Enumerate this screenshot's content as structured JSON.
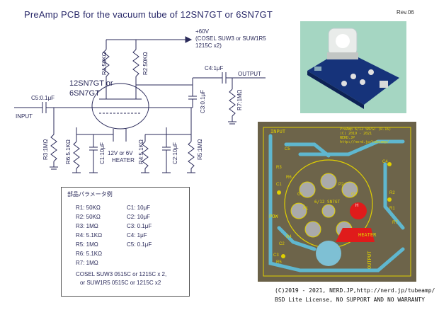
{
  "header": {
    "title": "PreAmp PCB for the vacuum tube of 12SN7GT or 6SN7GT",
    "revision": "Rev.06"
  },
  "schematic": {
    "supply": "+60V",
    "supply_note_1": "(COSEL SUW3 or SUW1R5",
    "supply_note_2": "1215C x2)",
    "tube_1": "12SN7GT or",
    "tube_2": "6SN7GT",
    "input": "INPUT",
    "output": "OUTPUT",
    "heater_1": "12V or 6V",
    "heater_2": "HEATER",
    "labels": {
      "r1": "R1:50KΩ",
      "r2": "R2:50KΩ",
      "c4": "C4:1μF",
      "c5": "C5:0.1μF",
      "c3": "C3:0.1μF",
      "r7": "R7:1MΩ",
      "r3": "R3:1MΩ",
      "r6": "R6:5.1KΩ",
      "c1": "C1:10μF",
      "r4": "R4:5.1KΩ",
      "c2": "C2:10μF",
      "r5": "R5:1MΩ"
    }
  },
  "parts_list": {
    "title": "部品パラメータ例",
    "left": [
      "R1: 50KΩ",
      "R2: 50KΩ",
      "R3: 1MΩ",
      "R4: 5.1KΩ",
      "R5: 1MΩ",
      "R6: 5.1KΩ",
      "R7: 1MΩ"
    ],
    "right": [
      "C1: 10μF",
      "C2: 10μF",
      "C3: 0.1μF",
      "C4: 1μF",
      "C5: 0.1μF"
    ],
    "note_1": "COSEL SUW3 0515C or 1215C x 2,",
    "note_2": "or SUW1R5 0515C or 1215C x2"
  },
  "pcb": {
    "input": "INPUT",
    "output": "OUTPUT",
    "power": "POW",
    "heater": "HEATER",
    "tube": "6/12 SN7GT",
    "info_1": "PreAmp 6/12 SN7GT (R.16)",
    "info_2": "(C) 2019 - 2021",
    "info_3": "NERD.JP",
    "info_4": "http://nerd.jp/tubeamp/",
    "parts": [
      "C5",
      "R3",
      "R6",
      "C1",
      "R4",
      "C2",
      "R5",
      "C3",
      "R7",
      "R1",
      "R2",
      "C4",
      "P1",
      "P2",
      "G1",
      "G2",
      "H"
    ]
  },
  "footer": {
    "copyright": "(C)2019 - 2021, NERD.JP,http://nerd.jp/tubeamp/",
    "license": "BSD Lite License, NO SUPPORT AND NO WARRANTY"
  }
}
